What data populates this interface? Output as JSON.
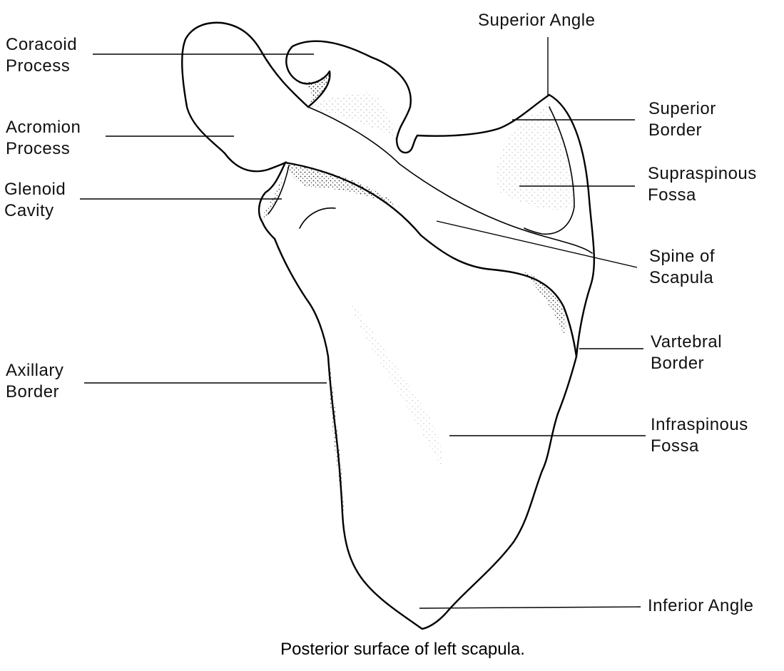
{
  "diagram": {
    "caption": "Posterior surface of left scapula.",
    "labels": {
      "coracoid": [
        "Coracoid",
        "Process"
      ],
      "acromion": [
        "Acromion",
        "Process"
      ],
      "glenoid": [
        "Glenoid",
        "Cavity"
      ],
      "axillary": [
        "Axillary",
        "Border"
      ],
      "superior_angle": "Superior Angle",
      "superior_border": [
        "Superior",
        "Border"
      ],
      "supraspinous": [
        "Supraspinous",
        "Fossa"
      ],
      "spine": [
        "Spine of",
        "Scapula"
      ],
      "vertebral": [
        "Vartebral",
        "Border"
      ],
      "infraspinous": [
        "Infraspinous",
        "Fossa"
      ],
      "inferior_angle": "Inferior Angle"
    }
  }
}
